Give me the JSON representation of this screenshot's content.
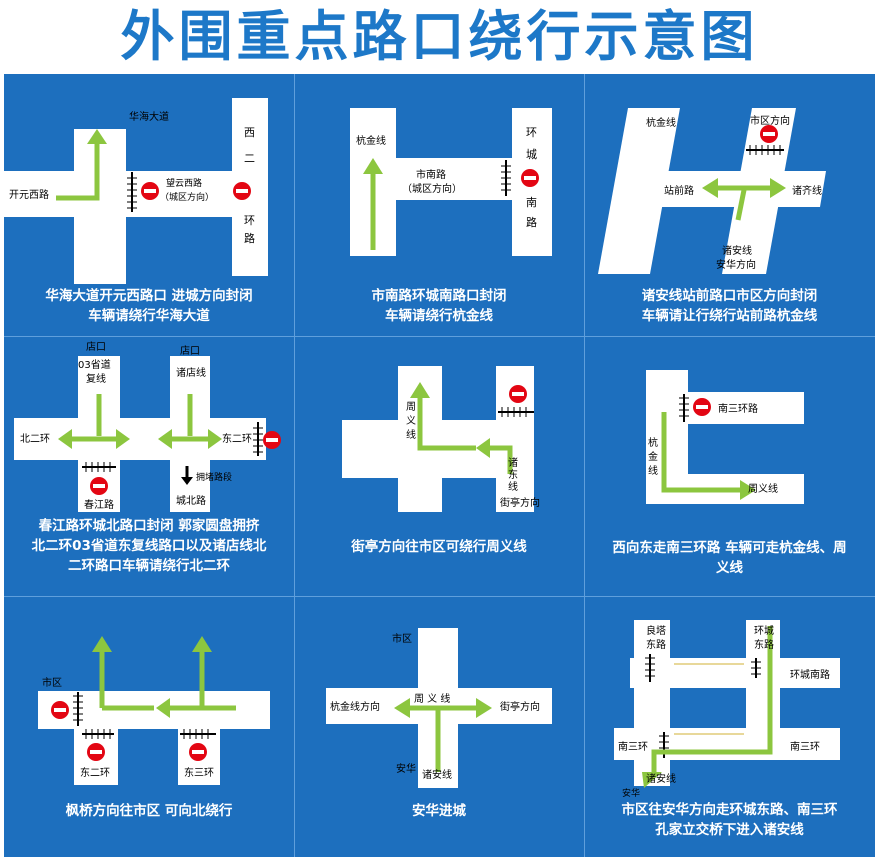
{
  "title": "外围重点路口绕行示意图",
  "colors": {
    "board": "#1d6fbe",
    "road": "#ffffff",
    "arrow": "#8cc63f",
    "no_entry": "#e30613",
    "title": "#1d78c8"
  },
  "panels": [
    {
      "id": "p1",
      "labels": {
        "huahai": "华海大道",
        "kaiyuan": "开元西路",
        "wangyun_1": "望云西路",
        "wangyun_2": "（城区方向）",
        "xi": "西",
        "er": "二",
        "huan": "环",
        "lu": "路"
      },
      "caption": [
        "华海大道开元西路口 进城方向封闭",
        "车辆请绕行华海大道"
      ]
    },
    {
      "id": "p2",
      "labels": {
        "hangjin": "杭金线",
        "shinan_1": "市南路",
        "shinan_2": "（城区方向）",
        "huan": "环",
        "cheng": "城",
        "nan": "南",
        "lu": "路"
      },
      "caption": [
        "市南路环城南路口封闭",
        "车辆请绕行杭金线"
      ]
    },
    {
      "id": "p3",
      "labels": {
        "hangjin": "杭金线",
        "shiqu": "市区方向",
        "zhanqian": "站前路",
        "zhuqi": "诸齐线",
        "zhuan": "诸安线",
        "anhua": "安华方向"
      },
      "caption": [
        "诸安线站前路口市区方向封闭",
        "车辆请让行绕行站前路杭金线"
      ]
    },
    {
      "id": "p4",
      "labels": {
        "dian1": "店口",
        "s03_1": "03省道",
        "s03_2": "复线",
        "dian2": "店口",
        "zhudian": "诸店线",
        "beierhuan": "北二环",
        "dongerhuan": "东二环",
        "yongdu": "拥堵路段",
        "chengbei": "城北路",
        "chunjiang": "春江路"
      },
      "caption": [
        "春江路环城北路口封闭  郭家圆盘拥挤",
        "北二环03省道东复线路口以及诸店线北",
        "二环路口车辆请绕行北二环"
      ]
    },
    {
      "id": "p5",
      "labels": {
        "zhouyi_1": "周",
        "zhouyi_2": "义",
        "zhouyi_3": "线",
        "zhudong_1": "诸",
        "zhudong_2": "东",
        "zhudong_3": "线",
        "jieting": "街亭方向"
      },
      "caption": [
        "街亭方向往市区可绕行周义线"
      ]
    },
    {
      "id": "p6",
      "labels": {
        "nansan": "南三环路",
        "hangjin_1": "杭",
        "hangjin_2": "金",
        "hangjin_3": "线",
        "zhouyi": "周义线"
      },
      "caption": [
        "西向东走南三环路 车辆可走杭金线、周",
        "义线"
      ]
    },
    {
      "id": "p7",
      "labels": {
        "shiqu": "市区",
        "donger": "东二环",
        "dongsan": "东三环"
      },
      "caption": [
        "枫桥方向往市区 可向北绕行"
      ]
    },
    {
      "id": "p8",
      "labels": {
        "shiqu": "市区",
        "hangjin": "杭金线方向",
        "zhouyi": "周   义   线",
        "jieting": "街亭方向",
        "anhua": "安华",
        "zhuan": "诸安线"
      },
      "caption": [
        "安华进城"
      ]
    },
    {
      "id": "p9",
      "labels": {
        "liangta_1": "良塔",
        "liangta_2": "东路",
        "huancheng_1": "环城",
        "huancheng_2": "东路",
        "huanchengnan": "环城南路",
        "nansan_l": "南三环",
        "nansan_r": "南三环",
        "anhua": "安华",
        "zhuan": "诸安线"
      },
      "caption": [
        "市区往安华方向走环城东路、南三环",
        "孔家立交桥下进入诸安线"
      ]
    }
  ]
}
